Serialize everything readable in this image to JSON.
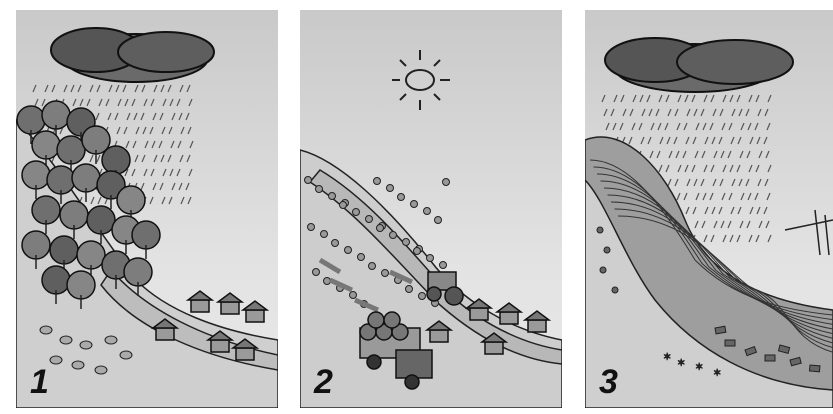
{
  "panels": [
    {
      "number": "1"
    },
    {
      "number": "2"
    },
    {
      "number": "3"
    }
  ]
}
